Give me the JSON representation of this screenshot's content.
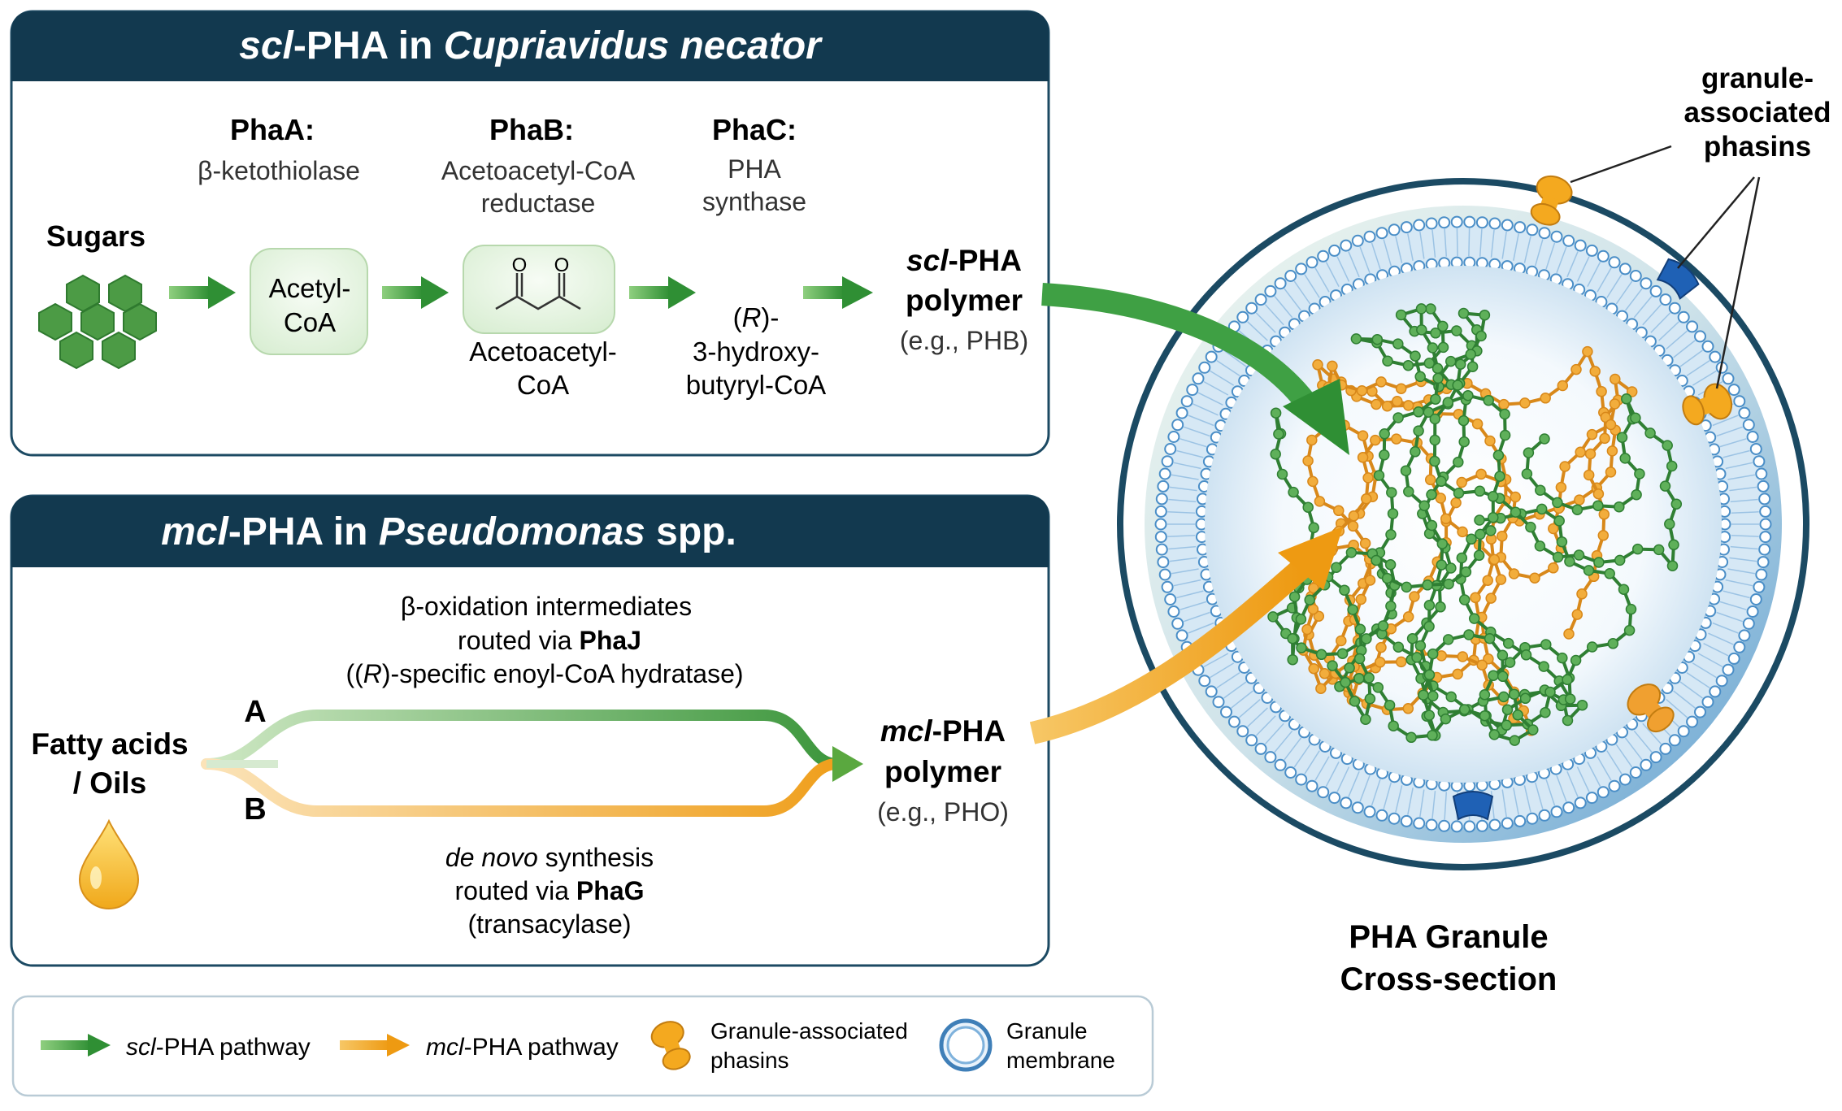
{
  "scl_panel": {
    "title_prefix": "scl",
    "title_mid": "-PHA in ",
    "title_organism": "Cupriavidus necator",
    "enzymes": [
      {
        "name": "PhaA:",
        "desc_lines": [
          "β-ketothiolase"
        ]
      },
      {
        "name": "PhaB:",
        "desc_lines": [
          "Acetoacetyl-CoA",
          "reductase"
        ]
      },
      {
        "name": "PhaC:",
        "desc_lines": [
          "PHA",
          "synthase"
        ]
      }
    ],
    "substrate": "Sugars",
    "acetyl_coa": [
      "Acetyl-",
      "CoA"
    ],
    "acetoacetyl_coa": [
      "Acetoacetyl-",
      "CoA"
    ],
    "ketone_labels": [
      "O",
      "O"
    ],
    "hydroxybutyryl": [
      "(R)-",
      "3-hydroxy-",
      "butyryl-CoA"
    ],
    "product": {
      "prefix": "scl",
      "suffix": "-PHA",
      "line2": "polymer",
      "example": "(e.g., PHB)"
    }
  },
  "mcl_panel": {
    "title_prefix": "mcl",
    "title_mid": "-PHA in ",
    "title_organism": "Pseudomonas",
    "title_suffix": " spp.",
    "substrate": [
      "Fatty acids",
      "/ Oils"
    ],
    "route_a": {
      "letter": "A",
      "line1": "β-oxidation intermediates",
      "line2_prefix": "routed via ",
      "line2_enzyme": "PhaJ",
      "line3": "((R)-specific enoyl-CoA hydratase)"
    },
    "route_b": {
      "letter": "B",
      "line1_italic": "de novo",
      "line1_rest": " synthesis",
      "line2_prefix": "routed via ",
      "line2_enzyme": "PhaG",
      "line3": "(transacylase)"
    },
    "product": {
      "prefix": "mcl",
      "suffix": "-PHA",
      "line2": "polymer",
      "example": "(e.g., PHO)"
    }
  },
  "granule": {
    "phasin_label": [
      "granule-",
      "associated",
      "phasins"
    ],
    "caption": [
      "PHA Granule",
      "Cross-section"
    ]
  },
  "legend": {
    "scl": {
      "italic": "scl",
      "rest": "-PHA pathway"
    },
    "mcl": {
      "italic": "mcl",
      "rest": "-PHA pathway"
    },
    "phasins": [
      "Granule-associated",
      "phasins"
    ],
    "membrane": [
      "Granule",
      "membrane"
    ]
  },
  "colors": {
    "header": "#12394f",
    "green": "#3f9a3c",
    "orange": "#f0a21f",
    "membrane_blue": "#4a8ec7",
    "panel_border": "#1c4a63"
  }
}
